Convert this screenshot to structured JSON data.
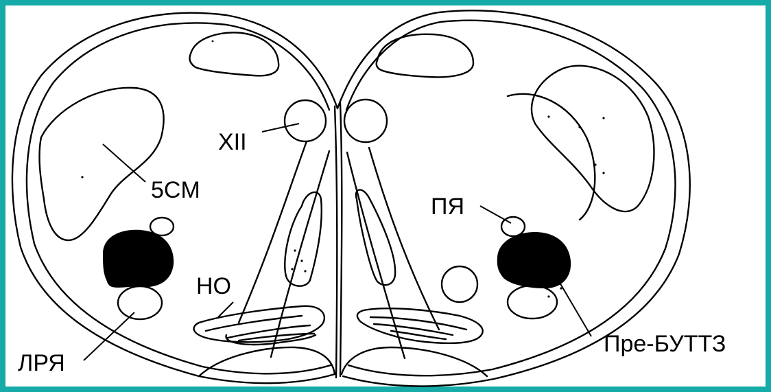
{
  "colors": {
    "border": "#17aba7",
    "ink": "#000000",
    "paper": "#ffffff"
  },
  "labels": {
    "xii": "XII",
    "scm": "5CM",
    "pya": "ПЯ",
    "no": "НО",
    "lrya": "ЛРЯ",
    "pre_butt": "Пре-БУТТЗ"
  }
}
